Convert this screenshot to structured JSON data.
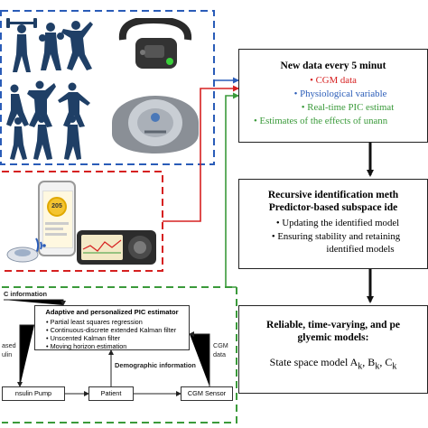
{
  "box1": {
    "title": "New data every 5 minut",
    "items": [
      "CGM data",
      "Physiological variable",
      "Real-time PIC estimat",
      "Estimates of the effects of unann"
    ]
  },
  "box2": {
    "title1": "Recursive identification meth",
    "title2": "Predictor-based subspace ide",
    "items": [
      "Updating the identified model",
      "Ensuring stability and retaining",
      "identified models"
    ]
  },
  "box3": {
    "title1": "Reliable, time-varying, and pe",
    "title2": "glyemic models:",
    "model_text": "State space model A",
    "sub_a": "k",
    "sep1": ", B",
    "sub_b": "k",
    "sep2": ", C",
    "sub_c": "k"
  },
  "estimator": {
    "title": "Adaptive and personalized PIC estimator",
    "items": [
      "Partial least squares regression",
      "Continuous-discrete extended Kalman filter",
      "Unscented Kalman filter",
      "Moving horizon estimation"
    ]
  },
  "labels": {
    "ic_information": "C information",
    "based": "ased",
    "ulin": "ulin",
    "cgm_data_1": "CGM",
    "cgm_data_2": "data",
    "demographic": "Demographic information"
  },
  "blocks": {
    "pump": "nsulin Pump",
    "patient": "Patient",
    "sensor": "CGM Sensor"
  },
  "phone": {
    "badge": "205"
  },
  "colors": {
    "blue_dash": "#2a5cb8",
    "red_dash": "#d62020",
    "green_dash": "#3a9a3a",
    "silhouette": "#1f3f66"
  }
}
